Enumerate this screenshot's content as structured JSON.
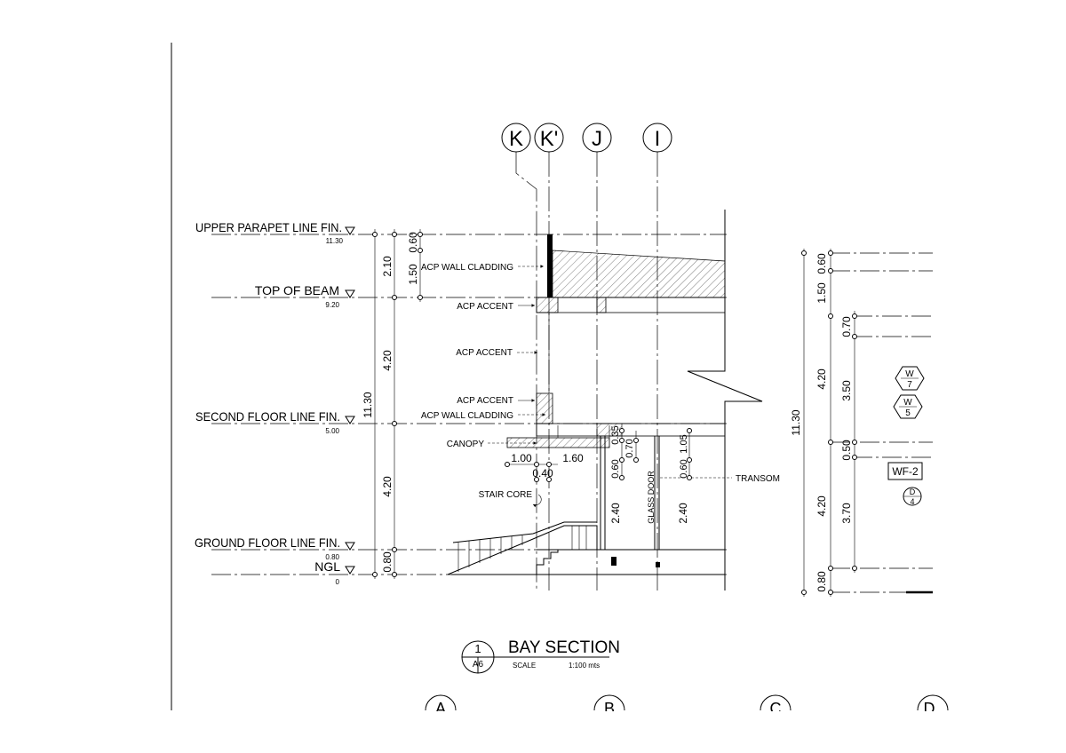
{
  "gridlines": [
    "K",
    "K'",
    "J",
    "I"
  ],
  "bottom_gridlines": [
    "A",
    "B",
    "C",
    "D"
  ],
  "levels": [
    {
      "label": "UPPER PARAPET LINE  FIN.",
      "value": "11.30"
    },
    {
      "label": "TOP OF BEAM",
      "value": "9.20"
    },
    {
      "label": "SECOND FLOOR LINE  FIN.",
      "value": "5.00"
    },
    {
      "label": "GROUND FLOOR LINE  FIN.",
      "value": "0.80"
    },
    {
      "label": "NGL",
      "value": "0"
    }
  ],
  "left_dims": {
    "overall": "11.30",
    "parapet": "2.10",
    "upper": "4.20",
    "lower": "4.20",
    "base": "0.80",
    "parapet_top": "0.60",
    "parapet_mid": "1.50"
  },
  "notes": {
    "acp_wall_cladding_1": "ACP WALL CLADDING",
    "acp_accent_1": "ACP ACCENT",
    "acp_accent_2": "ACP ACCENT",
    "acp_accent_3": "ACP ACCENT",
    "acp_wall_cladding_2": "ACP WALL CLADDING",
    "canopy": "CANOPY",
    "stair_core": "STAIR CORE",
    "transom": "TRANSOM",
    "glass_door": "GLASS DOOR"
  },
  "canopy_dims": {
    "a": "1.00",
    "b": "1.60",
    "c": "0.40"
  },
  "door_dims": {
    "d1": "0.35",
    "d2": "0.70",
    "d3": "1.05",
    "d4": "0.60",
    "d5": "0.60",
    "d6": "2.40",
    "d7": "2.40"
  },
  "right_dims": {
    "overall": "11.30",
    "r1": "0.60",
    "r2": "1.50",
    "r3": "0.70",
    "r4": "4.20",
    "r5": "3.50",
    "r6": "0.50",
    "r7": "4.20",
    "r8": "3.70",
    "r9": "0.80"
  },
  "tags": {
    "w7": {
      "top": "W",
      "bottom": "7"
    },
    "w5": {
      "top": "W",
      "bottom": "5"
    },
    "wf": "WF-2",
    "d4": {
      "top": "D",
      "bottom": "4"
    }
  },
  "title_block": {
    "number": "1",
    "sheet": "A6",
    "title": "BAY SECTION",
    "scale_label": "SCALE",
    "scale_value": "1:100 mts"
  }
}
